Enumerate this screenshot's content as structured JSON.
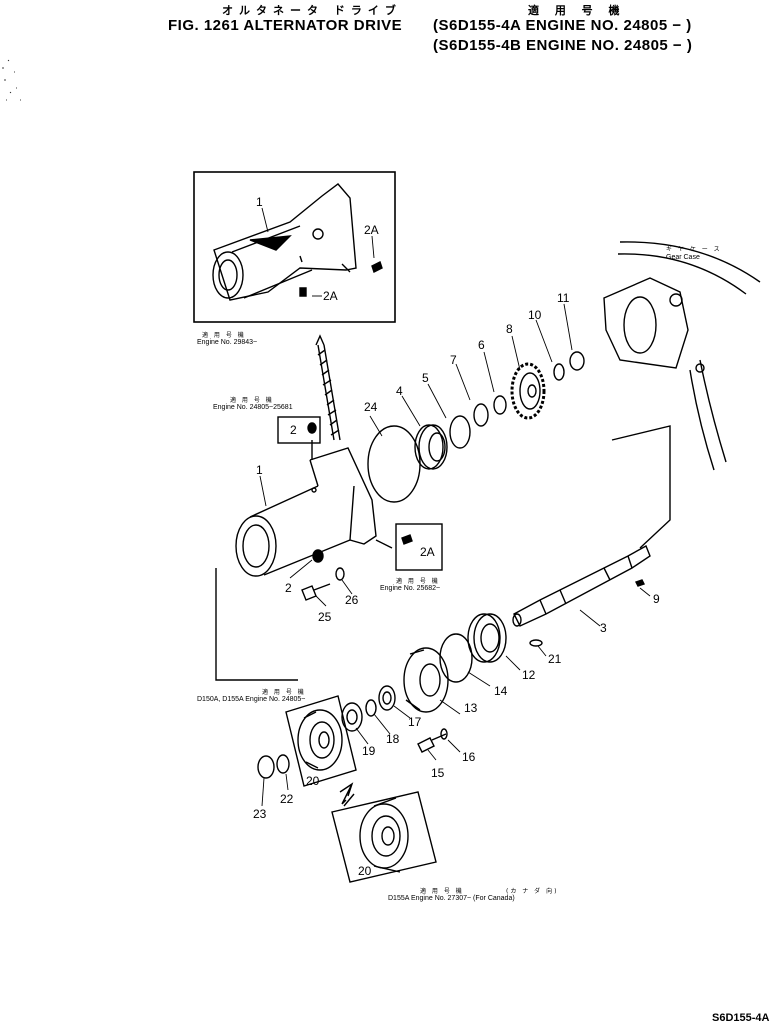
{
  "header": {
    "jp_title": "オルタネータ ドライブ",
    "jp_applicable": "適 用 号 機",
    "title": "FIG. 1261 ALTERNATOR DRIVE",
    "applicability_1": "(S6D155-4A ENGINE NO. 24805 − )",
    "applicability_2": "(S6D155-4B ENGINE NO. 24805 − )"
  },
  "notes": {
    "inset_jp": "適 用 号 機",
    "inset_engine": "Engine No. 29843~",
    "n2_jp": "適 用 号 機",
    "n2_engine": "Engine No. 24805~25681",
    "n2a_jp": "適 用 号 機",
    "n2a_engine": "Engine No. 25682~",
    "gear_case_jp": "ギ ヤ ケ ー ス",
    "gear_case": "Gear Case",
    "pulley_jp": "適 用 号 機",
    "pulley_engine": "D150A, D155A Engine No. 24805~",
    "canada_jp": "適 用 号 機",
    "canada_jp2": "(カ ナ ダ 向)",
    "canada_engine": "D155A Engine No. 27307~ (For Canada)"
  },
  "parts": {
    "p1": "1",
    "p1b": "1",
    "p2": "2",
    "p2b": "2",
    "p2a": "2A",
    "p2a_b": "2A",
    "p2a_c": "2A",
    "p3": "3",
    "p4": "4",
    "p5": "5",
    "p6": "6",
    "p7": "7",
    "p8": "8",
    "p9": "9",
    "p10": "10",
    "p11": "11",
    "p12": "12",
    "p13": "13",
    "p14": "14",
    "p15": "15",
    "p16": "16",
    "p17": "17",
    "p18": "18",
    "p19": "19",
    "p20": "20",
    "p20b": "20",
    "p21": "21",
    "p22": "22",
    "p23": "23",
    "p24": "24",
    "p25": "25",
    "p26": "26"
  },
  "footer": {
    "code": "S6D155-4A"
  }
}
